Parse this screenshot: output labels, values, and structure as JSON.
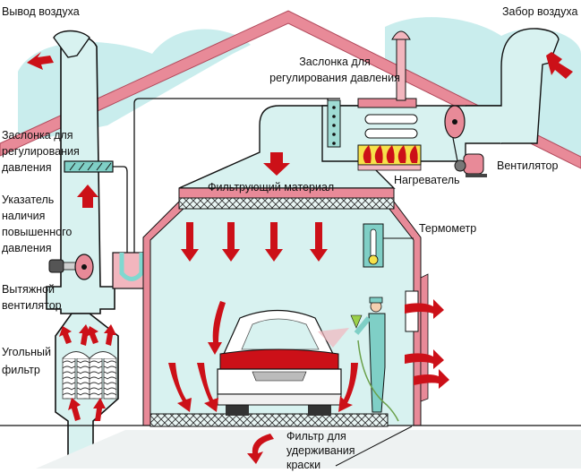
{
  "diagram": {
    "title": "Схема вентиляции покрасочной камеры",
    "colors": {
      "sky": "#bfeaea",
      "duct": "#d8f2f0",
      "pink": "#e88a98",
      "pink_light": "#f2b6be",
      "arrow_red": "#cc1018",
      "flame_bg": "#f6e14a",
      "outline": "#111111"
    },
    "labels": {
      "air_exhaust": "Вывод воздуха",
      "air_intake": "Забор воздуха",
      "damper_top_line1": "Заслонка для",
      "damper_top_line2": "регулирования давления",
      "damper_left_line1": "Заслонка для",
      "damper_left_line2": "регулирования",
      "damper_left_line3": "давления",
      "pressure_indicator_line1": "Указатель",
      "pressure_indicator_line2": "наличия",
      "pressure_indicator_line3": "повышенного",
      "pressure_indicator_line4": "давления",
      "exhaust_fan_line1": "Вытяжной",
      "exhaust_fan_line2": "вентилятор",
      "carbon_filter_line1": "Угольный",
      "carbon_filter_line2": "фильтр",
      "filter_material": "Фильтрующий материал",
      "heater": "Нагреватель",
      "fan": "Вентилятор",
      "thermometer": "Термометр",
      "paint_filter_line1": "Фильтр для",
      "paint_filter_line2": "удерживания",
      "paint_filter_line3": "краски"
    }
  }
}
